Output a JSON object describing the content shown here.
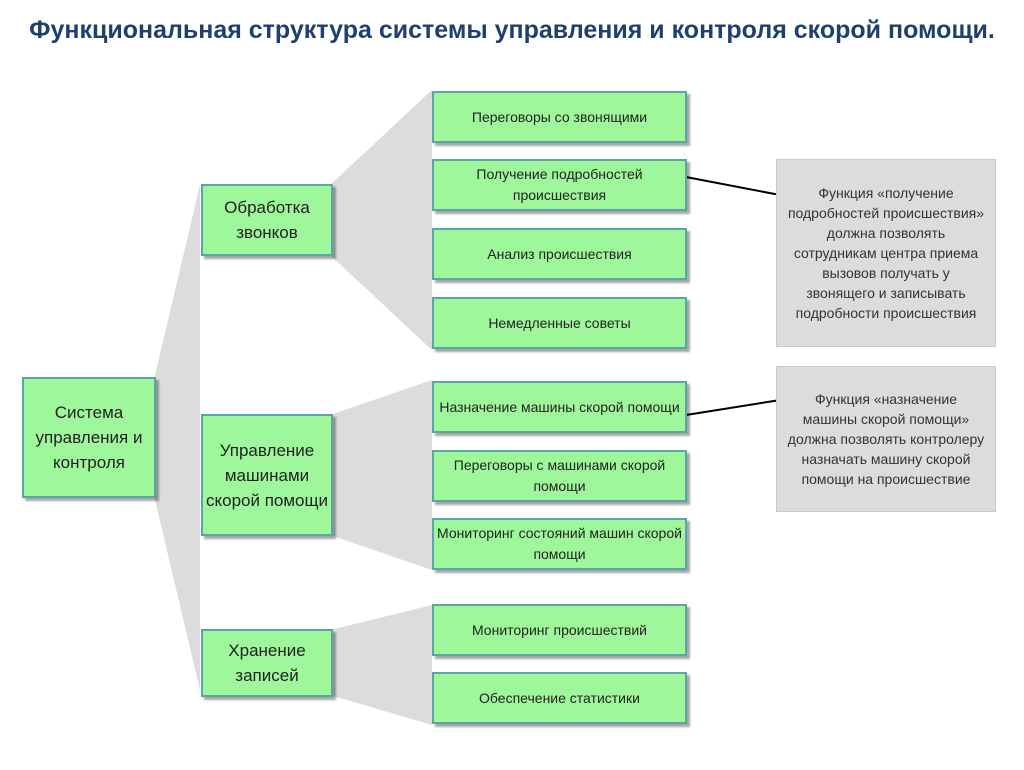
{
  "title": "Функциональная структура системы управления и контроля скорой помощи.",
  "colors": {
    "box_fill": "#9ef79a",
    "box_border": "#5aa6a6",
    "connector": "#dcdcdc",
    "note_fill": "#dcdcdc",
    "title": "#1f3f6f"
  },
  "root": "Система управления и контроля",
  "groups": [
    {
      "label": "Обработка звонков",
      "items": [
        "Переговоры со звонящими",
        "Получение подробностей происшествия",
        "Анализ происшествия",
        "Немедленные советы"
      ]
    },
    {
      "label": "Управление машинами скорой помощи",
      "items": [
        "Назначение машины скорой помощи",
        "Переговоры с  машинами скорой помощи",
        "Мониторинг состояний машин скорой помощи"
      ]
    },
    {
      "label": "Хранение записей",
      "items": [
        "Мониторинг происшествий",
        "Обеспечение статистики"
      ]
    }
  ],
  "notes": [
    "Функция «получение подробностей происшествия» должна позволять сотрудникам центра приема вызовов получать у звонящего и записывать подробности происшествия",
    "Функция «назначение машины скорой помощи» должна позволять контролеру назначать машину скорой помощи на происшествие"
  ]
}
